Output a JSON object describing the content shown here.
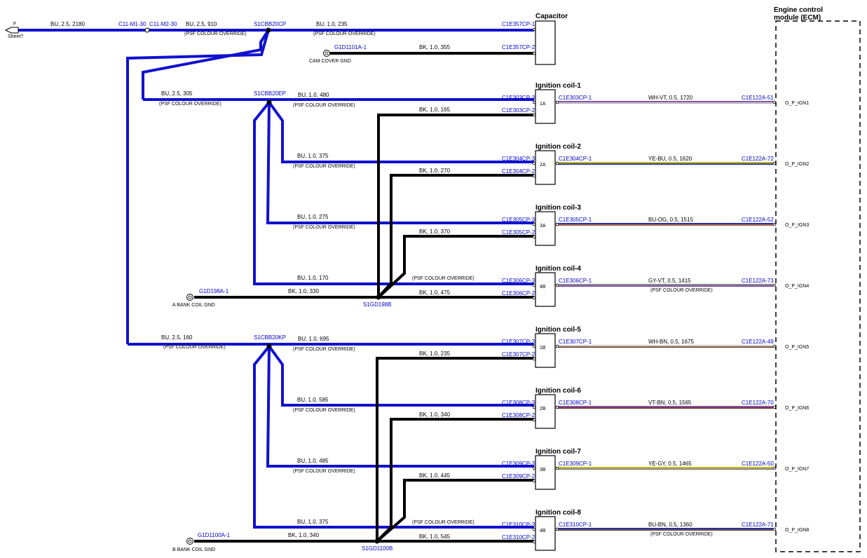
{
  "colors": {
    "bu": "#1010d0",
    "bk": "#000000",
    "pin": "#0000cc"
  },
  "offsheet": {
    "letter": "F",
    "text": "Sheet?"
  },
  "top_bus": [
    {
      "text": "BU,  2.5,  2180"
    },
    {
      "text": "C11-M1-30"
    },
    {
      "text": "C11-M2-30"
    },
    {
      "text": "BU,  2.5,  910"
    },
    {
      "text": "(PSF COLOUR OVERRIDE)"
    },
    {
      "text": "S1CBB20CP"
    },
    {
      "text": "BU,  1.0,  235"
    },
    {
      "text": "(PSF COLOUR OVERRIDE)"
    }
  ],
  "capacitor": {
    "title": "Capacitor",
    "pin1": "C1E357CP-1",
    "pin2": "C1E357CP-2",
    "gnd_ref": "G1D1101A-1",
    "gnd_label": "CAM COVER GND",
    "gnd_wire": "BK,  1.0,  355"
  },
  "splices": [
    {
      "text": "S1CBB20EP"
    },
    {
      "text": "S1CBB20KP"
    },
    {
      "text": "S1GD198B"
    },
    {
      "text": "S1GD1100B"
    }
  ],
  "feeds": [
    {
      "wire": "BU,  2.5,  305",
      "note": "(PSF COLOUR OVERRIDE)"
    },
    {
      "wire": "BU,  2.5,  160",
      "note": "(PSF COLOUR OVERRIDE)"
    }
  ],
  "grounds": [
    {
      "ref": "G1D198A-1",
      "label": "A BANK COIL GND",
      "wire": "BK,  1.0,  330"
    },
    {
      "ref": "G1D1100A-1",
      "label": "B BANK COIL GND",
      "wire": "BK,  1.0,  340"
    }
  ],
  "ecm": {
    "title_line1": "Engine control",
    "title_line2": "module (ECM)"
  },
  "coils": [
    {
      "title": "Ignition coil-1",
      "block": "1A",
      "pin3": "C1E303CP-3",
      "pin2": "C1E303CP-2",
      "pin1": "C1E303CP-1",
      "bu_wire": "BU,  1.0,  480",
      "bu_note": "(PSF COLOUR OVERRIDE)",
      "bk_wire": "BK,  1.0,  165",
      "sig_wire": "WH-VT,  0.5,  1720",
      "sig_note": "",
      "ecm_pin": "C1E122A-51",
      "ecm_sig": "O_P_IGN1",
      "c1": "#9b59d0",
      "c2": "#ffffff"
    },
    {
      "title": "Ignition coil-2",
      "block": "2A",
      "pin3": "C1E304CP-3",
      "pin2": "C1E304CP-2",
      "pin1": "C1E304CP-1",
      "bu_wire": "BU,  1.0,  375",
      "bu_note": "(PSF COLOUR OVERRIDE)",
      "bk_wire": "BK,  1.0,  270",
      "sig_wire": "YE-BU,  0.5,  1620",
      "sig_note": "",
      "ecm_pin": "C1E122A-72",
      "ecm_sig": "O_P_IGN2",
      "c1": "#f0e000",
      "c2": "#2030d0"
    },
    {
      "title": "Ignition coil-3",
      "block": "3A",
      "pin3": "C1E305CP-3",
      "pin2": "C1E305CP-2",
      "pin1": "C1E305CP-1",
      "bu_wire": "BU,  1.0,  275",
      "bu_note": "(PSF COLOUR OVERRIDE)",
      "bk_wire": "BK,  1.0,  370",
      "sig_wire": "BU-OG,  0.5,  1515",
      "sig_note": "",
      "ecm_pin": "C1E122A-52",
      "ecm_sig": "O_P_IGN3",
      "c1": "#2030d0",
      "c2": "#f08040"
    },
    {
      "title": "Ignition coil-4",
      "block": "4B",
      "pin3": "C1E306CP-3",
      "pin2": "C1E306CP-2",
      "pin1": "C1E306CP-1",
      "bu_wire": "BU,  1.0,  170",
      "bu_note": "(PSF COLOUR OVERRIDE)",
      "bk_wire": "BK,  1.0,  475",
      "sig_wire": "GY-VT,  0.5,  1415",
      "sig_note": "(PSF COLOUR OVERRIDE)",
      "ecm_pin": "C1E122A-73",
      "ecm_sig": "O_P_IGN4",
      "c1": "#a0a0a0",
      "c2": "#9b59d0"
    },
    {
      "title": "Ignition coil-5",
      "block": "1B",
      "pin3": "C1E307CP-3",
      "pin2": "C1E307CP-2",
      "pin1": "C1E307CP-1",
      "bu_wire": "BU,  1.0,  695",
      "bu_note": "(PSF COLOUR OVERRIDE)",
      "bk_wire": "BK,  1.0,  235",
      "sig_wire": "WH-BN,  0.5,  1675",
      "sig_note": "",
      "ecm_pin": "C1E122A-49",
      "ecm_sig": "O_P_IGN5",
      "c1": "#ffffff",
      "c2": "#8b5a2b"
    },
    {
      "title": "Ignition coil-6",
      "block": "2B",
      "pin3": "C1E308CP-3",
      "pin2": "C1E308CP-2",
      "pin1": "C1E308CP-1",
      "bu_wire": "BU,  1.0,  585",
      "bu_note": "(PSF COLOUR OVERRIDE)",
      "bk_wire": "BK,  1.0,  340",
      "sig_wire": "VT-BN,  0.5,  1565",
      "sig_note": "",
      "ecm_pin": "C1E122A-70",
      "ecm_sig": "O_P_IGN6",
      "c1": "#9b59d0",
      "c2": "#8b3020"
    },
    {
      "title": "Ignition coil-7",
      "block": "3B",
      "pin3": "C1E309CP-3",
      "pin2": "C1E309CP-2",
      "pin1": "C1E309CP-1",
      "bu_wire": "BU,  1.0,  485",
      "bu_note": "(PSF COLOUR OVERRIDE)",
      "bk_wire": "BK,  1.0,  445",
      "sig_wire": "YE-GY,  0.5,  1465",
      "sig_note": "",
      "ecm_pin": "C1E122A-50",
      "ecm_sig": "O_P_IGN7",
      "c1": "#f0e000",
      "c2": "#a0a0a0"
    },
    {
      "title": "Ignition coil-8",
      "block": "4B",
      "pin3": "C1E310CP-3",
      "pin2": "C1E310CP-2",
      "pin1": "C1E310CP-1",
      "bu_wire": "BU,  1.0,  375",
      "bu_note": "(PSF COLOUR OVERRIDE)",
      "bk_wire": "BK,  1.0,  545",
      "sig_wire": "BU-BN,  0.5,  1360",
      "sig_note": "(PSF COLOUR OVERRIDE)",
      "ecm_pin": "C1E122A-71",
      "ecm_sig": "O_P_IGN8",
      "c1": "#2030d0",
      "c2": "#8b5a2b"
    }
  ]
}
